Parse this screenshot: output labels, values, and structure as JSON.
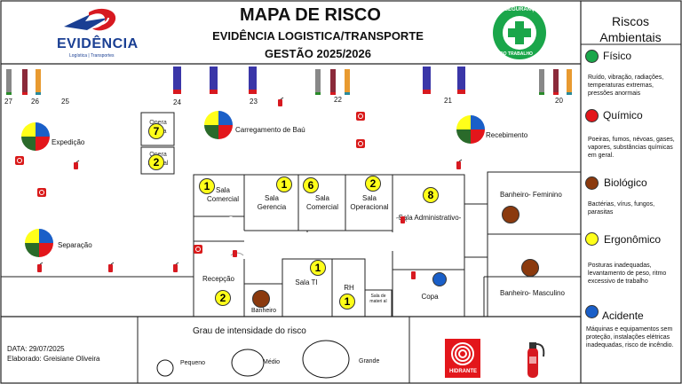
{
  "header": {
    "title": "MAPA DE RISCO",
    "subtitle": "EVIDÊNCIA LOGISTICA/TRANSPORTE",
    "period": "GESTÃO 2025/2026"
  },
  "logo": {
    "brand": "EVIDÊNCIA",
    "tagline": "Logística | Transportes"
  },
  "seal": {
    "text_top": "SEGURANÇA",
    "text_bottom": "DO TRABALHO"
  },
  "legend": {
    "title": "Riscos Ambientais",
    "items": [
      {
        "name": "Físico",
        "color": "#1aa64a",
        "desc": "Ruído, vibração, radiações, temperaturas extremas, pressões anormais"
      },
      {
        "name": "Químico",
        "color": "#e3161b",
        "desc": "Poeiras, fumos, névoas, gases, vapores, substâncias químicas em geral."
      },
      {
        "name": "Biológico",
        "color": "#8b3a0e",
        "desc": "Bactérias, vírus, fungos, parasitas"
      },
      {
        "name": "Ergonômico",
        "color": "#ffff1a",
        "desc": "Posturas inadequadas, levantamento de peso, ritmo excessivo de trabalho"
      },
      {
        "name": "Acidente",
        "color": "#1a5fc8",
        "desc": "Máquinas e equipamentos sem proteção, instalações elétricas inadequadas, risco de incêndio."
      }
    ]
  },
  "docks": [
    "27",
    "26",
    "25",
    "24",
    "23",
    "22",
    "21",
    "20"
  ],
  "areas": {
    "expedicao": "Expedição",
    "separacao": "Separação",
    "carregamento": "Carregamento de Baú",
    "recebimento": "Recebimento",
    "opera1": "Opera Gama",
    "opera2": "Opera Manual",
    "sala_comercial1": "Sala Comercial",
    "sala_gerencia": "Sala Gerencia",
    "sala_comercial2": "Sala Comercial",
    "sala_operacional": "Sala Operacional",
    "sala_adm": "Sala Administrativo-",
    "recepcao": "Recepção",
    "banheiro": "Banheiro",
    "sala_ti": "Sala TI",
    "rh": "RH",
    "sala_material": "Sala de materi al",
    "copa": "Copa",
    "banheiro_fem": "Banheiro- Feminino",
    "banheiro_masc": "Banheiro- Masculino"
  },
  "counts": {
    "opera1": "7",
    "opera2": "2",
    "sala_comercial1": "1",
    "sala_gerencia": "1",
    "sala_comercial2": "6",
    "sala_operacional": "2",
    "sala_adm": "8",
    "recepcao": "2",
    "sala_ti": "1",
    "rh": "1"
  },
  "footer": {
    "date": "DATA: 29/07/2025",
    "author": "Elaborado: Greisiane Oliveira",
    "intensity_title": "Grau de intensidade do risco",
    "small": "Pequeno",
    "medium": "Médio",
    "large": "Grande",
    "hydrant": "HIDRANTE"
  }
}
